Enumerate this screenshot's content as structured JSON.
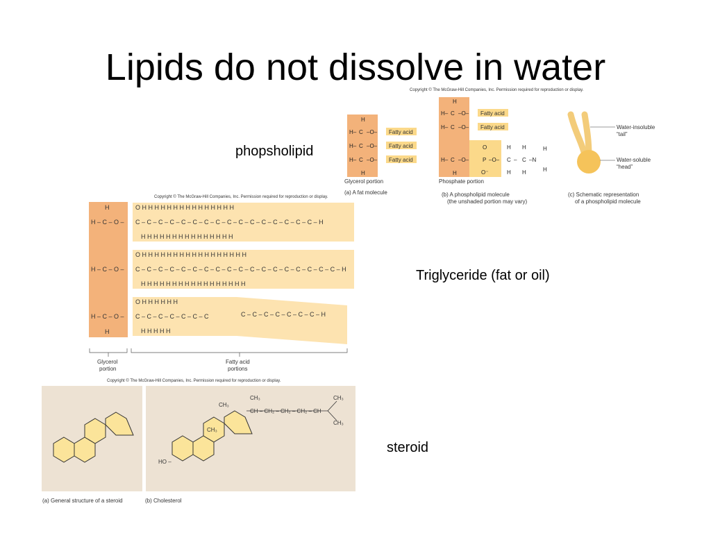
{
  "slide": {
    "title": "Lipids do not dissolve in water",
    "labels": {
      "phospholipid": "phopsholipid",
      "triglyceride": "Triglyceride (fat or oil)",
      "steroid": "steroid"
    }
  },
  "phospholipid_figure": {
    "copyright": "Copyright © The McGraw-Hill Companies, Inc. Permission required for reproduction or display.",
    "fat_molecule": {
      "fatty_acid_tag": "Fatty acid",
      "glycerol_label": "Glycerol portion",
      "caption": "(a) A fat molecule"
    },
    "phospholipid_molecule": {
      "fatty_acid_tag": "Fatty acid",
      "phosphate_label": "Phosphate portion",
      "caption_line1": "(b) A phospholipid molecule",
      "caption_line2": "(the unshaded portion may vary)"
    },
    "schematic": {
      "tail_label_line1": "Water-insoluble",
      "tail_label_line2": "“tail”",
      "head_label_line1": "Water-soluble",
      "head_label_line2": "“head”",
      "caption_line1": "(c) Schematic representation",
      "caption_line2": "of a phospholipid molecule"
    }
  },
  "triglyceride_figure": {
    "copyright": "Copyright © The McGraw-Hill Companies, Inc. Permission required for reproduction or display.",
    "glycerol_label_line1": "Glycerol",
    "glycerol_label_line2": "portion",
    "fatty_acid_label_line1": "Fatty acid",
    "fatty_acid_label_line2": "portions"
  },
  "steroid_figure": {
    "copyright": "Copyright © The McGraw-Hill Companies, Inc. Permission required for reproduction or display.",
    "caption_a": "(a) General structure of a steroid",
    "caption_b": "(b) Cholesterol"
  },
  "colors": {
    "glycerol_orange": "#f3b27a",
    "fatty_acid_yellow": "#fde3b0",
    "phosphate_yellow": "#fbd98a",
    "steroid_ring": "#fbe49a",
    "steroid_panel": "#ede2d3"
  }
}
